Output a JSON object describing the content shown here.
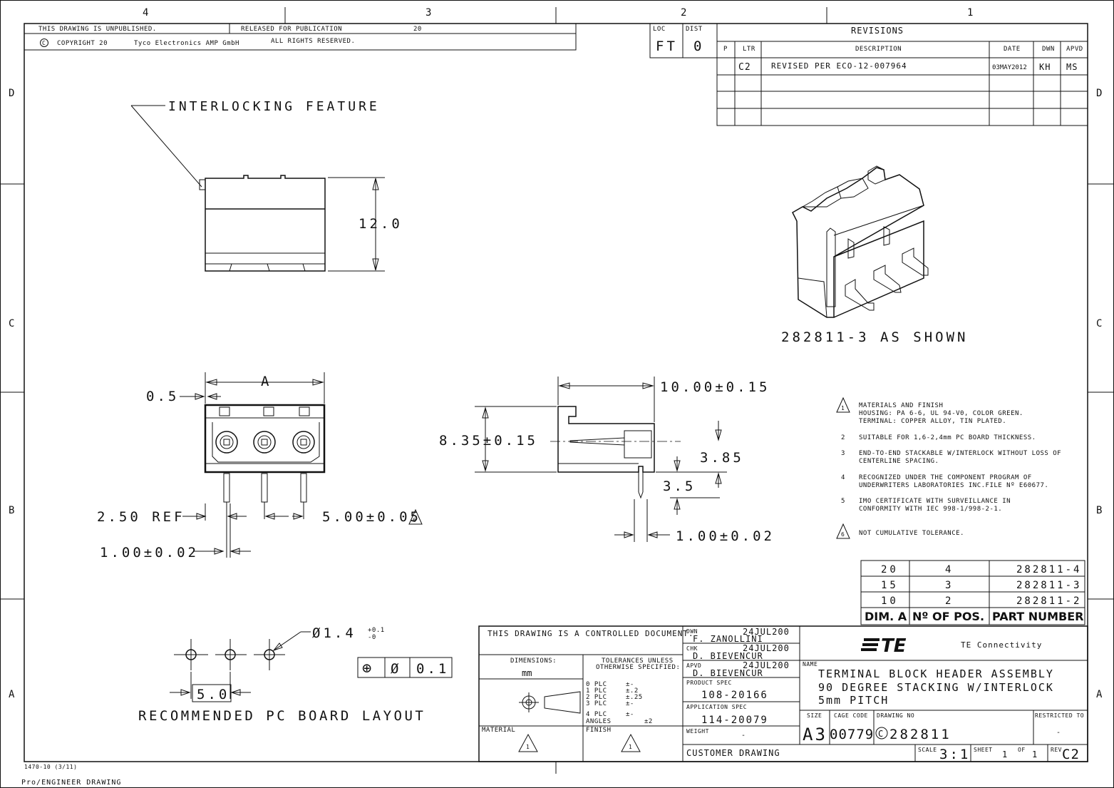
{
  "zones": {
    "cols": [
      "4",
      "3",
      "2",
      "1"
    ],
    "rows": [
      "D",
      "C",
      "B",
      "A"
    ]
  },
  "top_block": {
    "unpublished": "THIS DRAWING IS UNPUBLISHED.",
    "released": "RELEASED FOR PUBLICATION",
    "released_year": "20",
    "copyright": "COPYRIGHT 20",
    "company": "Tyco Electronics AMP GmbH",
    "rights": "ALL RIGHTS RESERVED."
  },
  "loc_dist": {
    "loc_label": "LOC",
    "loc_value": "FT",
    "dist_label": "DIST",
    "dist_value": "0"
  },
  "revisions": {
    "title": "REVISIONS",
    "headers": {
      "p": "P",
      "ltr": "LTR",
      "description": "DESCRIPTION",
      "date": "DATE",
      "dwn": "DWN",
      "apvd": "APVD"
    },
    "row": {
      "ltr": "C2",
      "description": "REVISED PER ECO-12-007964",
      "date": "03MAY2012",
      "dwn": "KH",
      "apvd": "MS"
    }
  },
  "views": {
    "interlocking": "INTERLOCKING FEATURE",
    "dim_height": "12.0",
    "as_shown": "282811-3 AS SHOWN",
    "dim_a": "A",
    "dim_05": "0.5",
    "dim_250ref": "2.50 REF",
    "dim_pitch": "5.00±0.05",
    "dim_pin": "1.00±0.02",
    "dim_10": "10.00±0.15",
    "dim_835": "8.35±0.15",
    "dim_385": "3.85",
    "dim_35": "3.5",
    "dim_pin_side": "1.00±0.02",
    "hole_dia": "Ø1.4",
    "hole_tol_plus": "+0.1",
    "hole_tol_minus": "-0",
    "board_pitch": "5.0",
    "position_tol_symbol": "⊕",
    "position_tol_dia": "Ø",
    "position_tol_value": "0.1",
    "board_layout": "RECOMMENDED PC BOARD LAYOUT",
    "note6_symbol": "6"
  },
  "notes": [
    {
      "num": "1",
      "lines": [
        "MATERIALS AND FINISH",
        "HOUSING: PA 6-6, UL 94-V0, COLOR GREEN.",
        "TERMINAL: COPPER ALLOY, TIN PLATED."
      ]
    },
    {
      "num": "2",
      "lines": [
        "SUITABLE FOR 1,6-2,4mm PC BOARD THICKNESS."
      ]
    },
    {
      "num": "3",
      "lines": [
        "END-TO-END STACKABLE W/INTERLOCK WITHOUT LOSS OF",
        "CENTERLINE SPACING."
      ]
    },
    {
      "num": "4",
      "lines": [
        "RECOGNIZED UNDER THE COMPONENT PROGRAM OF",
        "UNDERWRITERS LABORATORIES INC.FILE Nº E60677."
      ]
    },
    {
      "num": "5",
      "lines": [
        "IMO CERTIFICATE WITH SURVEILLANCE IN",
        "CONFORMITY WITH IEC 998-1/998-2-1."
      ]
    },
    {
      "num": "6",
      "lines": [
        "NOT CUMULATIVE TOLERANCE."
      ]
    }
  ],
  "part_table": {
    "headers": [
      "DIM. A",
      "Nº OF POS.",
      "PART NUMBER"
    ],
    "rows": [
      [
        "20",
        "4",
        "282811-4"
      ],
      [
        "15",
        "3",
        "282811-3"
      ],
      [
        "10",
        "2",
        "282811-2"
      ]
    ]
  },
  "title_block": {
    "controlled": "THIS DRAWING IS A CONTROLLED DOCUMENT.",
    "dimensions_label": "DIMENSIONS:",
    "dimensions_unit": "mm",
    "tolerances_label1": "TOLERANCES UNLESS",
    "tolerances_label2": "OTHERWISE SPECIFIED:",
    "tol_rows": [
      {
        "plc": "0 PLC",
        "val": "±-"
      },
      {
        "plc": "1 PLC",
        "val": "±.2"
      },
      {
        "plc": "2 PLC",
        "val": "±.25"
      },
      {
        "plc": "3 PLC",
        "val": "±-"
      },
      {
        "plc": "4 PLC",
        "val": "±-"
      },
      {
        "plc": "ANGLES",
        "val": "±2"
      }
    ],
    "material_label": "MATERIAL",
    "finish_label": "FINISH",
    "dwn_label": "DWN",
    "dwn_date": "24JUL200",
    "dwn_name": "F. ZANOLLINI",
    "chk_label": "CHK",
    "chk_date": "24JUL200",
    "chk_name": "D. BIEVENCUR",
    "apvd_label": "APVD",
    "apvd_date": "24JUL200",
    "apvd_name": "D. BIEVENCUR",
    "product_spec_label": "PRODUCT SPEC",
    "product_spec": "108-20166",
    "application_spec_label": "APPLICATION SPEC",
    "application_spec": "114-20079",
    "weight_label": "WEIGHT",
    "weight": "-",
    "customer_drawing": "CUSTOMER DRAWING",
    "logo": "TE",
    "company": "TE Connectivity",
    "name_label": "NAME",
    "name_lines": [
      "TERMINAL BLOCK HEADER ASSEMBLY",
      "90 DEGREE STACKING W/INTERLOCK",
      "5mm PITCH"
    ],
    "size_label": "SIZE",
    "size": "A3",
    "cage_label": "CAGE CODE",
    "cage": "00779",
    "dwg_label": "DRAWING NO",
    "dwg_prefix": "C",
    "dwg": "282811",
    "restricted_label": "RESTRICTED TO",
    "restricted": "-",
    "scale_label": "SCALE",
    "scale": "3:1",
    "sheet_label": "SHEET",
    "sheet": "1",
    "of_label": "OF",
    "of": "1",
    "rev_label": "REV",
    "rev": "C2"
  },
  "footer": {
    "form": "1470-10 (3/11)",
    "software": "Pro/ENGINEER DRAWING"
  }
}
